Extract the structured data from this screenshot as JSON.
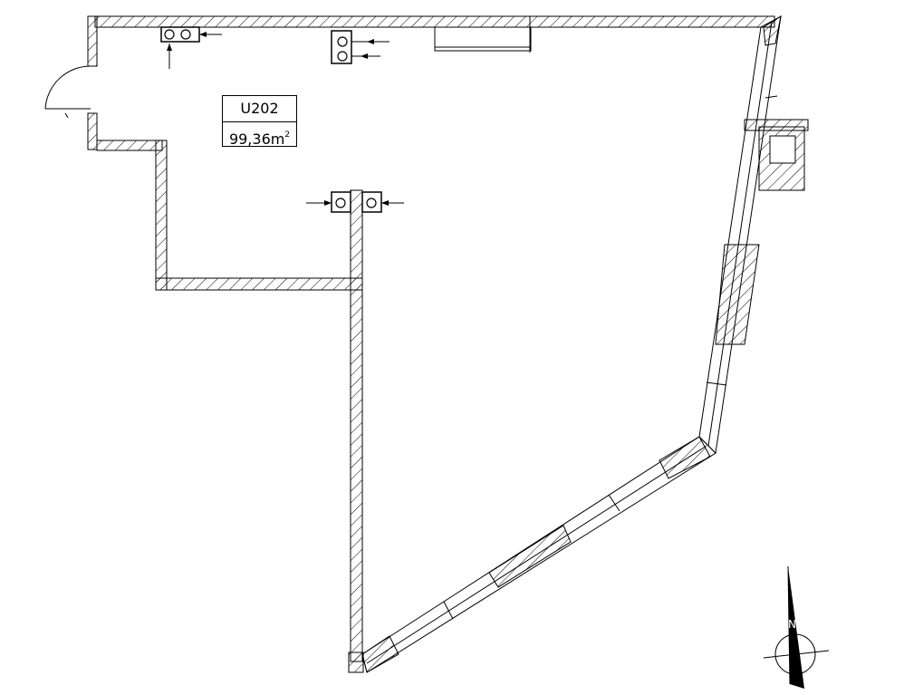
{
  "room": {
    "id": "U202",
    "area_value": "99,36m",
    "area_exponent": "2"
  },
  "compass": {
    "north_letter": "N"
  },
  "colors": {
    "line": "#000000",
    "background": "#ffffff"
  }
}
